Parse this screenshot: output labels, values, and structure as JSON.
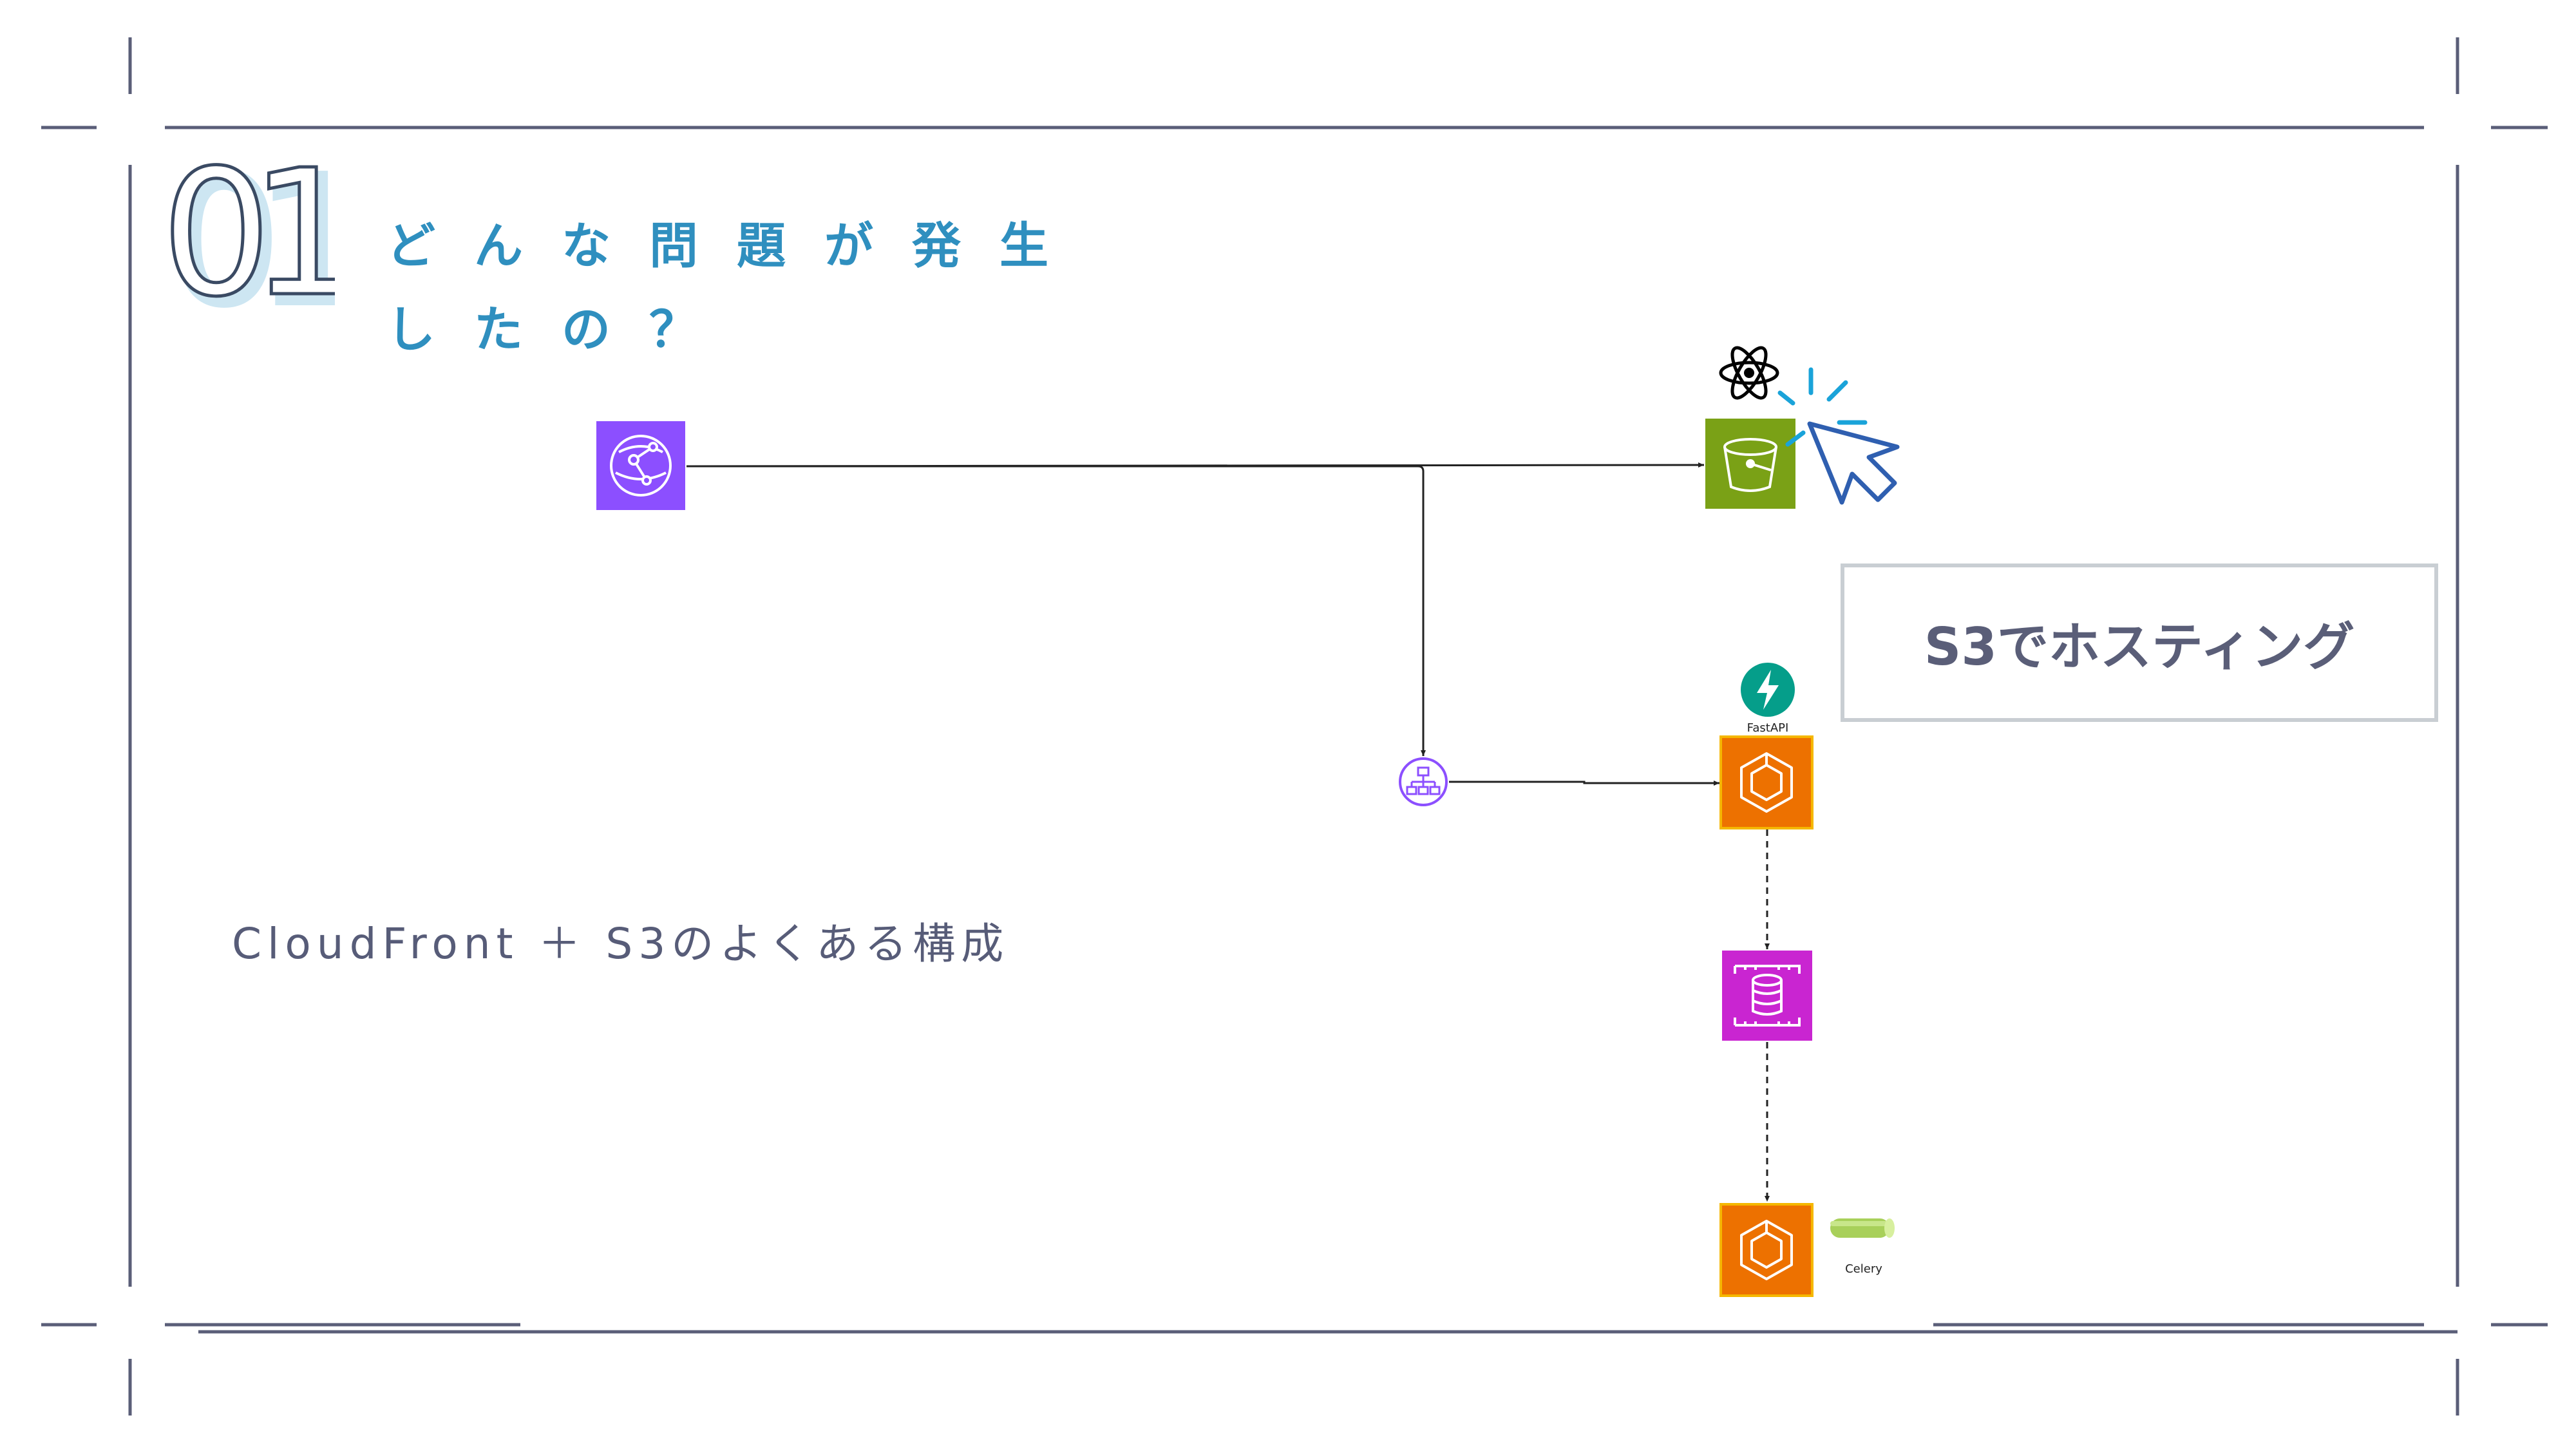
{
  "slide": {
    "number": "01",
    "title_line_1": "どんな問題が発生",
    "title_line_2": "したの？",
    "subtitle": "CloudFront ＋ S3のよくある構成"
  },
  "diagram": {
    "callout_label": "S3でホスティング",
    "fastapi_label": "FastAPI",
    "celery_label": "Celery",
    "nodes": [
      {
        "id": "cloudfront",
        "icon": "cloudfront-icon",
        "color": "#8c4fff"
      },
      {
        "id": "s3",
        "icon": "s3-bucket-icon",
        "color": "#7aa116"
      },
      {
        "id": "react",
        "icon": "react-icon",
        "color": "#000000"
      },
      {
        "id": "cursor",
        "icon": "click-cursor-icon",
        "color": "#2f5fb0"
      },
      {
        "id": "alb",
        "icon": "load-balancer-icon",
        "color": "#8c4fff"
      },
      {
        "id": "fastapi",
        "icon": "fastapi-icon",
        "color": "#059e8a"
      },
      {
        "id": "ecs-api",
        "icon": "ecs-icon",
        "color": "#ed7100"
      },
      {
        "id": "rds",
        "icon": "database-icon",
        "color": "#c925d1"
      },
      {
        "id": "ecs-worker",
        "icon": "ecs-icon",
        "color": "#ed7100"
      },
      {
        "id": "celery",
        "icon": "celery-icon",
        "color": "#a8d05a"
      }
    ],
    "edges": [
      {
        "from": "cloudfront",
        "to": "s3",
        "style": "solid"
      },
      {
        "from": "cloudfront",
        "to": "alb",
        "style": "solid"
      },
      {
        "from": "alb",
        "to": "ecs-api",
        "style": "solid"
      },
      {
        "from": "ecs-api",
        "to": "rds",
        "style": "dashed"
      },
      {
        "from": "rds",
        "to": "ecs-worker",
        "style": "dashed"
      }
    ]
  },
  "colors": {
    "frame": "#5a5e78",
    "title": "#2f8fbf",
    "subtitle": "#575c78",
    "number_outline": "#3a4a63",
    "number_shadow": "#cde6f2",
    "callout_border": "#c9ced3"
  }
}
